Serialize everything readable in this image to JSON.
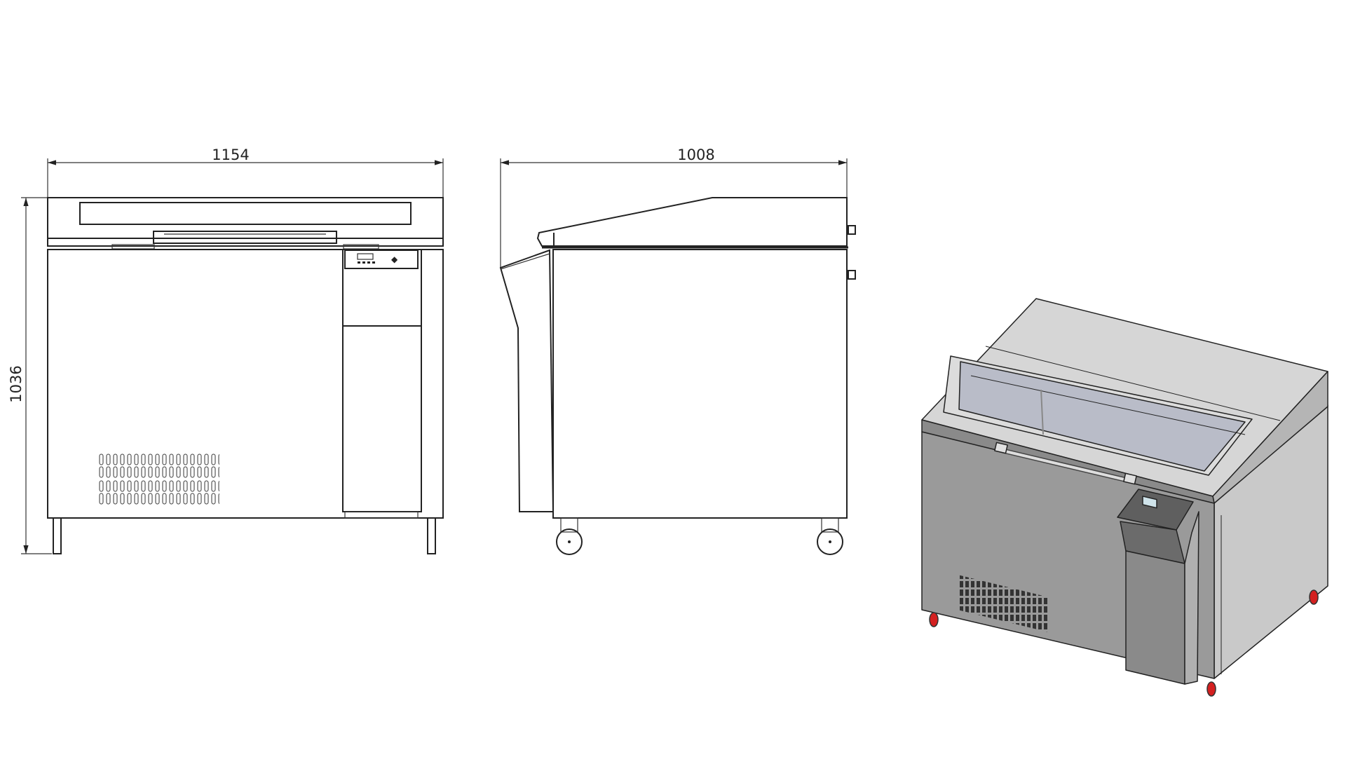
{
  "dimensions": {
    "width": "1154",
    "depth": "1008",
    "height": "1036"
  },
  "colors": {
    "line": "#222222",
    "body_front": "#9a9a9a",
    "body_side": "#c9c9c9",
    "lid_top": "#d6d6d6",
    "glass": "#b9bcc8",
    "control_panel": "#6b6b6b",
    "caster": "#d42020"
  }
}
